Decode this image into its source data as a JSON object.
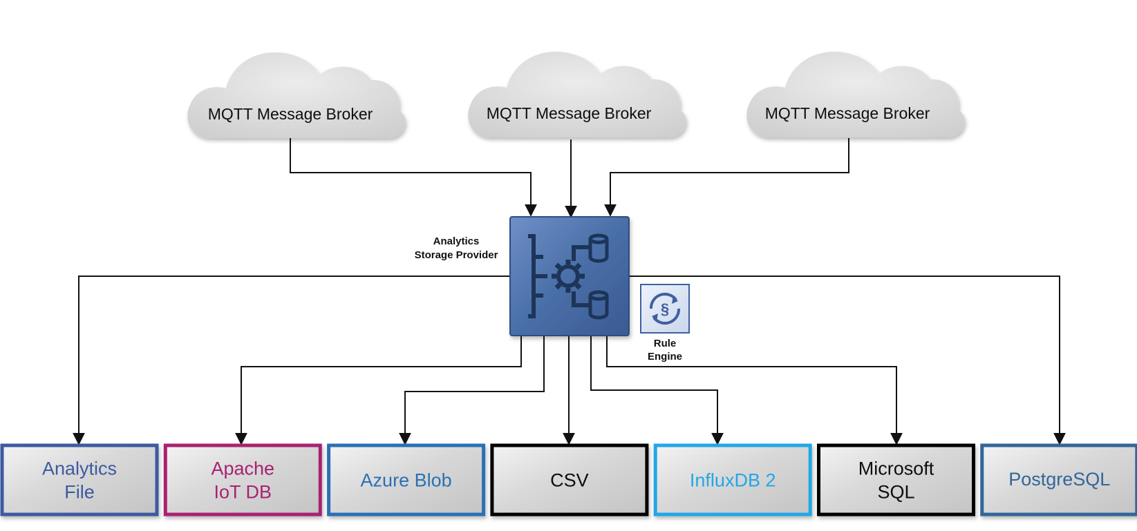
{
  "brokers": [
    {
      "label": "MQTT Message Broker"
    },
    {
      "label": "MQTT Message Broker"
    },
    {
      "label": "MQTT Message Broker"
    }
  ],
  "hub": {
    "label_line1": "Analytics",
    "label_line2": "Storage Provider",
    "icon": "analytics-storage-provider-icon",
    "color": "#4a6fa8"
  },
  "rule_engine": {
    "label_line1": "Rule",
    "label_line2": "Engine",
    "icon": "rule-engine-icon",
    "color": "#3f5fa0"
  },
  "targets": [
    {
      "line1": "Analytics",
      "line2": "File",
      "border": "#3c5aa0",
      "text_color": "#3c5aa0"
    },
    {
      "line1": "Apache",
      "line2": "IoT DB",
      "border": "#a8226f",
      "text_color": "#a8226f"
    },
    {
      "line1": "Azure Blob",
      "line2": "",
      "border": "#2b6fb5",
      "text_color": "#2b6fb5"
    },
    {
      "line1": "CSV",
      "line2": "",
      "border": "#000000",
      "text_color": "#111111"
    },
    {
      "line1": "InfluxDB 2",
      "line2": "",
      "border": "#22a7e6",
      "text_color": "#22a7e6"
    },
    {
      "line1": "Microsoft",
      "line2": "SQL",
      "border": "#000000",
      "text_color": "#111111"
    },
    {
      "line1": "PostgreSQL",
      "line2": "",
      "border": "#336699",
      "text_color": "#336699"
    }
  ]
}
